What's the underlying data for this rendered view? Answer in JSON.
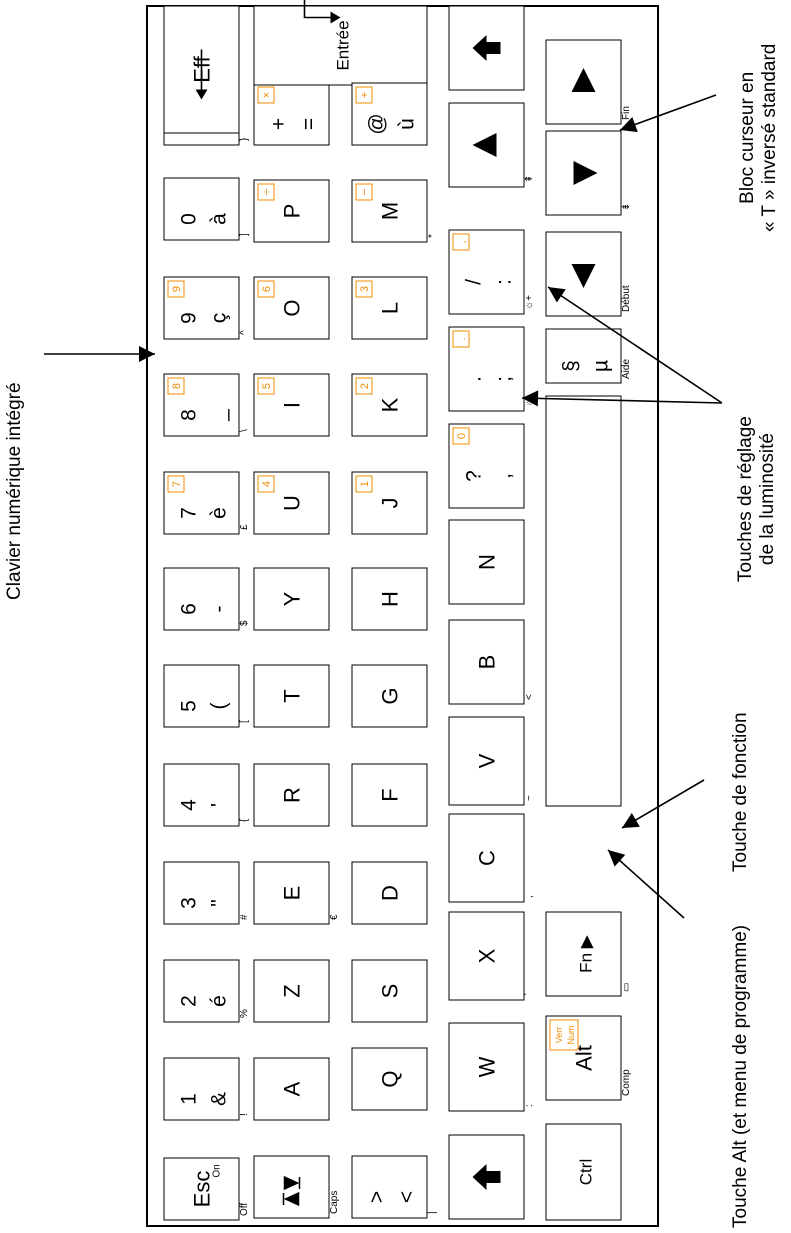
{
  "rows": [
    [
      {
        "id": "esc",
        "main": [
          "Esc"
        ],
        "subs": [
          "On"
        ],
        "outside": [
          "Off"
        ]
      },
      {
        "id": "1",
        "main": [
          "1",
          "&"
        ],
        "outside": [
          "!"
        ]
      },
      {
        "id": "2",
        "main": [
          "2",
          "é"
        ],
        "outside": [
          "%"
        ]
      },
      {
        "id": "3",
        "main": [
          "3",
          "\""
        ],
        "outside": [
          "#"
        ]
      },
      {
        "id": "4",
        "main": [
          "4",
          "'"
        ],
        "outside": [
          "{"
        ]
      },
      {
        "id": "5",
        "main": [
          "5",
          "("
        ],
        "outside": [
          "["
        ]
      },
      {
        "id": "6",
        "main": [
          "6",
          "-"
        ],
        "outside": [
          "$"
        ]
      },
      {
        "id": "7",
        "main": [
          "7",
          "è"
        ],
        "num": "7",
        "outside": [
          "£"
        ]
      },
      {
        "id": "8",
        "main": [
          "8",
          "_"
        ],
        "num": "8",
        "outside": [
          "\\"
        ]
      },
      {
        "id": "9",
        "main": [
          "9",
          "ç"
        ],
        "num": "9",
        "outside": [
          "^"
        ]
      },
      {
        "id": "0",
        "main": [
          "0",
          "à"
        ],
        "outside": [
          "]"
        ]
      },
      {
        "id": "deg",
        "main": [
          "°",
          ")"
        ],
        "outside": [
          "}"
        ]
      },
      {
        "id": "eff",
        "main": [
          "Eff"
        ],
        "icon": "backspace-arrow-icon"
      }
    ],
    [
      {
        "id": "caps",
        "icon": "caps-lock-icon",
        "outside": [
          "Caps"
        ]
      },
      {
        "id": "a",
        "main": [
          "A"
        ]
      },
      {
        "id": "z",
        "main": [
          "Z"
        ]
      },
      {
        "id": "e",
        "main": [
          "E"
        ],
        "outside": [
          "€"
        ]
      },
      {
        "id": "r",
        "main": [
          "R"
        ]
      },
      {
        "id": "t",
        "main": [
          "T"
        ]
      },
      {
        "id": "y",
        "main": [
          "Y"
        ]
      },
      {
        "id": "u",
        "main": [
          "U"
        ],
        "num": "4"
      },
      {
        "id": "i",
        "main": [
          "I"
        ],
        "num": "5"
      },
      {
        "id": "o",
        "main": [
          "O"
        ],
        "num": "6"
      },
      {
        "id": "p",
        "main": [
          "P"
        ],
        "num": "÷"
      },
      {
        "id": "eq",
        "main": [
          "+",
          "="
        ],
        "num": "×"
      },
      {
        "id": "entree",
        "main": [
          "Entrée"
        ],
        "icon": "enter-arrow-icon"
      }
    ],
    [
      {
        "id": "lt",
        "main": [
          ">",
          "<"
        ],
        "outside": [
          "|"
        ]
      },
      {
        "id": "q",
        "main": [
          "Q"
        ]
      },
      {
        "id": "s",
        "main": [
          "S"
        ]
      },
      {
        "id": "d",
        "main": [
          "D"
        ]
      },
      {
        "id": "f",
        "main": [
          "F"
        ]
      },
      {
        "id": "g",
        "main": [
          "G"
        ]
      },
      {
        "id": "h",
        "main": [
          "H"
        ]
      },
      {
        "id": "j",
        "main": [
          "J"
        ],
        "num": "1"
      },
      {
        "id": "k",
        "main": [
          "K"
        ],
        "num": "2"
      },
      {
        "id": "l",
        "main": [
          "L"
        ],
        "num": "3"
      },
      {
        "id": "m",
        "main": [
          "M"
        ],
        "num": "−",
        "outside": [
          "*"
        ]
      },
      {
        "id": "ugrave",
        "main": [
          "@",
          "ù"
        ],
        "num": "+"
      }
    ],
    [
      {
        "id": "shift-left",
        "icon": "shift-arrow-icon"
      },
      {
        "id": "w",
        "main": [
          "W"
        ],
        "outside": [
          ":"
        ]
      },
      {
        "id": "x",
        "main": [
          "X"
        ],
        "outside": [
          "`"
        ]
      },
      {
        "id": "c",
        "main": [
          "C"
        ],
        "outside": [
          ","
        ]
      },
      {
        "id": "v",
        "main": [
          "V"
        ],
        "outside": [
          "~"
        ]
      },
      {
        "id": "b",
        "main": [
          "B"
        ],
        "outside": [
          "<"
        ]
      },
      {
        "id": "n",
        "main": [
          "N"
        ]
      },
      {
        "id": "comma",
        "main": [
          "?",
          ","
        ],
        "num": "0"
      },
      {
        "id": "semicolon",
        "main": [
          ".",
          ";"
        ],
        "num": ".",
        "outside": [
          "☼-"
        ]
      },
      {
        "id": "colon",
        "main": [
          "/",
          ":"
        ],
        "num": ",",
        "outside": [
          "☼+"
        ]
      },
      {
        "id": "up",
        "icon": "arrow-up-icon",
        "outside": [
          "⇞"
        ]
      },
      {
        "id": "shift-right",
        "icon": "shift-arrow-icon"
      }
    ],
    [
      {
        "id": "ctrl",
        "main": [
          "Ctrl"
        ]
      },
      {
        "id": "alt",
        "main": [
          "Alt"
        ],
        "num": "Verr\nNum",
        "outside": [
          "Comp"
        ]
      },
      {
        "id": "fn",
        "main": [
          "Fn ▶"
        ],
        "outside": [
          "▭"
        ]
      },
      {
        "id": "space",
        "main": []
      },
      {
        "id": "mu",
        "main": [
          "§",
          "µ"
        ],
        "outside": [
          "Aide"
        ]
      },
      {
        "id": "left",
        "icon": "arrow-left-icon",
        "outside": [
          "Début"
        ]
      },
      {
        "id": "down",
        "icon": "arrow-down-icon",
        "outside": [
          "⇟"
        ]
      },
      {
        "id": "right",
        "icon": "arrow-right-icon",
        "outside": [
          "Fin"
        ]
      }
    ]
  ],
  "callouts": {
    "numpad": [
      "Clavier numérique intégré"
    ],
    "cursor": [
      "Bloc curseur en",
      "« T » inversé standard"
    ],
    "brightness": [
      "Touches de réglage",
      "de la luminosité"
    ],
    "function": [
      "Touche de fonction"
    ],
    "alt": [
      "Touche Alt (et menu de programme)"
    ]
  },
  "colors": {
    "accent": "#f08c00",
    "line": "#000000",
    "key_fill": "#ffffff"
  }
}
